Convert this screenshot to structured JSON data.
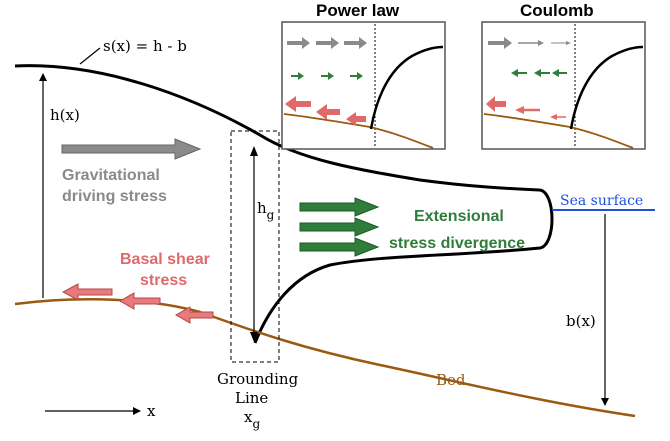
{
  "labels": {
    "surface_eq": "s(x) = h - b",
    "thickness": "h(x)",
    "grav_line1": "Gravitational",
    "grav_line2": "driving stress",
    "basal_line1": "Basal shear",
    "basal_line2": "stress",
    "hg_main": "h",
    "hg_sub": "g",
    "ext_line1": "Extensional",
    "ext_line2": "stress divergence",
    "sea_surface": "Sea surface",
    "bx": "b(x)",
    "bed": "Bed",
    "gl_line1": "Grounding",
    "gl_line2": "Line",
    "xg_main": "x",
    "xg_sub": "g",
    "x_axis": "x"
  },
  "insets": [
    {
      "title": "Power law"
    },
    {
      "title": "Coulomb"
    }
  ],
  "colors": {
    "gray": "#8a8a8a",
    "green": "#2e7d3a",
    "red": "#e06a6a",
    "brown": "#9a5a10",
    "blue": "#1f4fe0",
    "ice": "#000000"
  }
}
